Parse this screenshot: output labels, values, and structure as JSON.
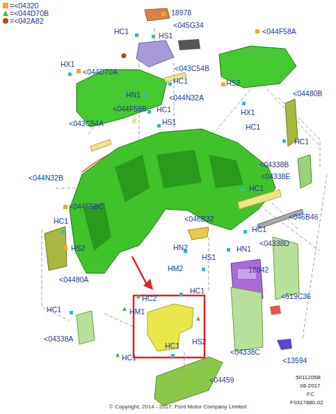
{
  "diagram": {
    "labels": [
      "18978",
      "HC1",
      "HS1",
      "<045G34",
      "<044F58A",
      "HX1",
      "<044D70A",
      "<043C54B",
      "HN1",
      "HC1",
      "HS2",
      "<04480B",
      "<044N32A",
      "<044F58B",
      "HC1",
      "HX1",
      "<043C54A",
      "HS1",
      "HC1",
      "HC1",
      "<04338B",
      "<04338E",
      "HC1",
      "<044N32B",
      "<044F58C",
      "<046B46",
      "<046B32",
      "HC1",
      "<04338D",
      "HC1",
      "HS2",
      "HN2",
      "HN1",
      "HM2",
      "HS1",
      "18842",
      "<04480A",
      "HC1",
      "HC2",
      "HM1",
      "<519C36",
      "HC1",
      "<04338A",
      "HS2",
      "HC1",
      "<04338C",
      "<13594",
      "HC1",
      "<04459",
      "5011205B",
      "08-2017",
      "FC",
      "F0317880-02",
      "© Copyright, 2014 - 2017, Ford Motor Company Limited"
    ],
    "legend": [
      {
        "text": "=<04320",
        "color": "#f5a623"
      },
      {
        "text": "=<044D70B",
        "color": "#3fbf3f"
      },
      {
        "text": "=<042A82",
        "color": "#a0521e"
      }
    ]
  }
}
